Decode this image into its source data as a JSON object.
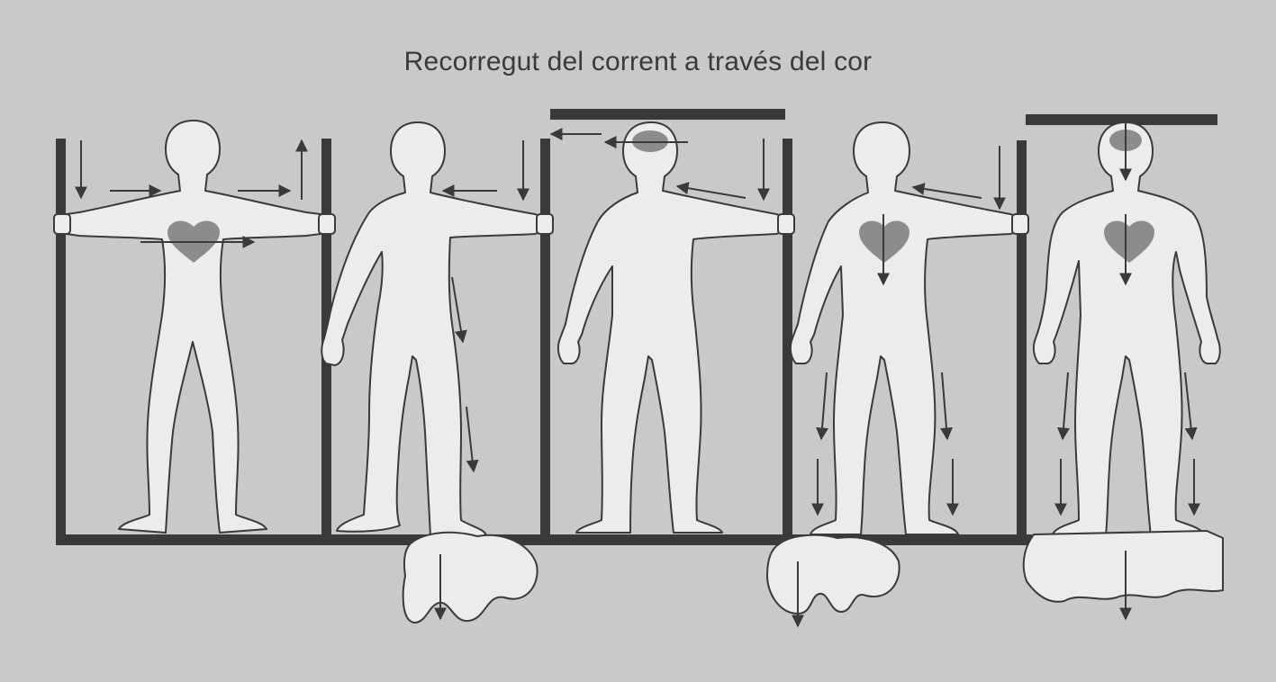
{
  "diagram": {
    "title": "Recorregut del corrent a través del cor",
    "colors": {
      "background": "#c9c9c9",
      "figure_fill": "#ececec",
      "outline": "#3a3a3a",
      "organ": "#8c8c8c"
    },
    "panels": [
      {
        "id": "hand-to-hand",
        "organ": "heart"
      },
      {
        "id": "hand-to-foot",
        "organ": "none"
      },
      {
        "id": "head-to-hand",
        "organ": "brain"
      },
      {
        "id": "hand-to-feet",
        "organ": "heart"
      },
      {
        "id": "head-to-feet",
        "organ": "brain-and-heart"
      }
    ]
  }
}
